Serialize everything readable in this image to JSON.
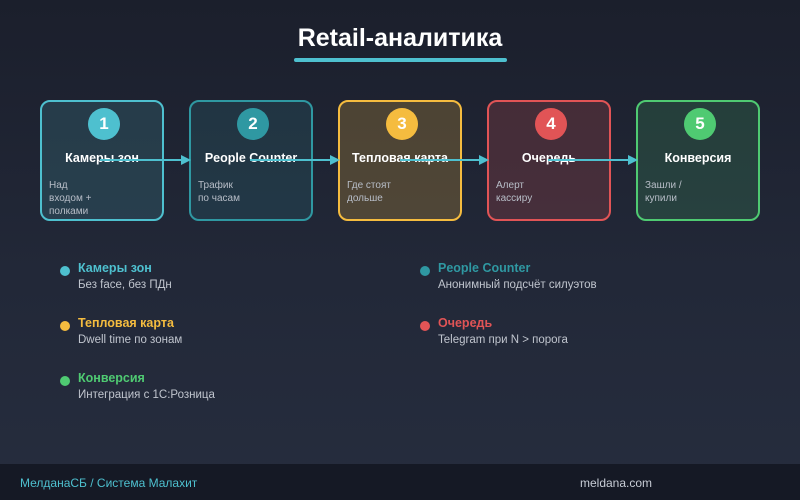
{
  "title": "Retail-аналитика",
  "colors": {
    "accent": "#4ec0cf",
    "step1": "#4ec0cf",
    "step2": "#2f98a2",
    "step3": "#f5bc3f",
    "step4": "#e15456",
    "step5": "#4fca72",
    "arrow": "#4ec0cf"
  },
  "steps": [
    {
      "num": "1",
      "label": "Камеры зон",
      "desc": "Над входом + полками"
    },
    {
      "num": "2",
      "label": "People Counter",
      "desc": "Трафик по часам"
    },
    {
      "num": "3",
      "label": "Тепловая карта",
      "desc": "Где стоят дольше"
    },
    {
      "num": "4",
      "label": "Очередь",
      "desc": "Алерт кассиру"
    },
    {
      "num": "5",
      "label": "Конверсия",
      "desc": "Зашли / купили"
    }
  ],
  "legend": [
    {
      "title": "Камеры зон",
      "desc": "Без face, без ПДн"
    },
    {
      "title": "People Counter",
      "desc": "Анонимный подсчёт силуэтов"
    },
    {
      "title": "Тепловая карта",
      "desc": "Dwell time по зонам"
    },
    {
      "title": "Очередь",
      "desc": "Telegram при N > порога"
    },
    {
      "title": "Конверсия",
      "desc": "Интеграция с 1С:Розница"
    }
  ],
  "footer": {
    "left": "МелданаСБ / Система Малахит",
    "right": "meldana.com"
  }
}
